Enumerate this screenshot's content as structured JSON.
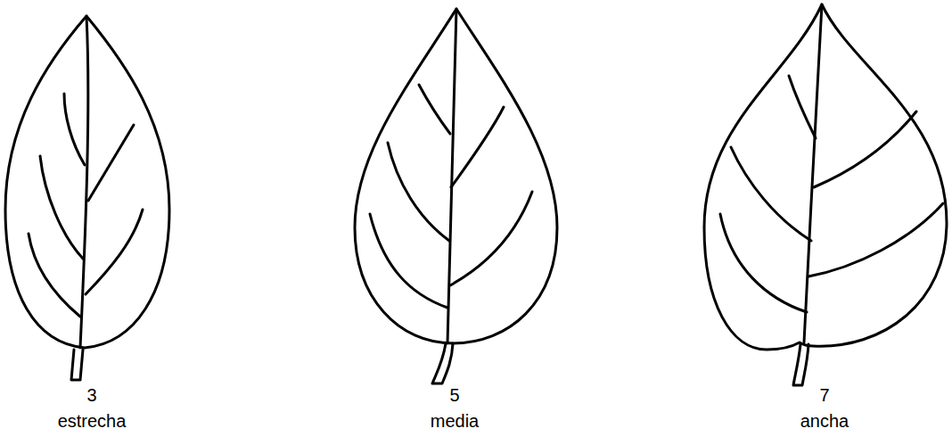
{
  "diagram": {
    "labels": [
      "3",
      "estrecha",
      "5",
      "media",
      "7",
      "ancha"
    ]
  }
}
